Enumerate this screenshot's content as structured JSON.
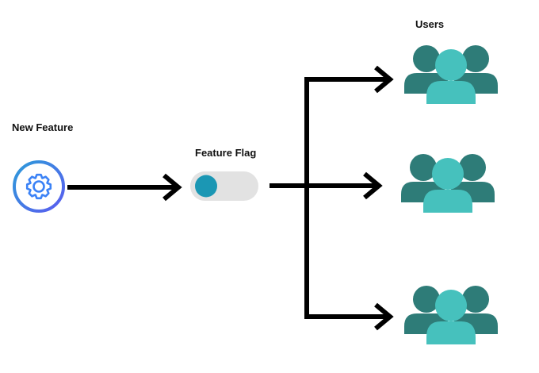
{
  "labels": {
    "users": "Users",
    "new_feature": "New Feature",
    "feature_flag": "Feature Flag"
  },
  "icons": {
    "feature": "gear-icon",
    "toggle": "toggle-switch",
    "users": "users-group-icon"
  },
  "toggle_state": "off",
  "colors": {
    "gear_blue": "#3b82f6",
    "gear_ring_start": "#2c9cd9",
    "gear_ring_end": "#5b5bf0",
    "toggle_track": "#e2e2e2",
    "toggle_knob": "#1b97b4",
    "arrow": "#000000",
    "user_front": "#46c1bd",
    "user_back": "#2e7c78"
  },
  "user_groups": 3
}
